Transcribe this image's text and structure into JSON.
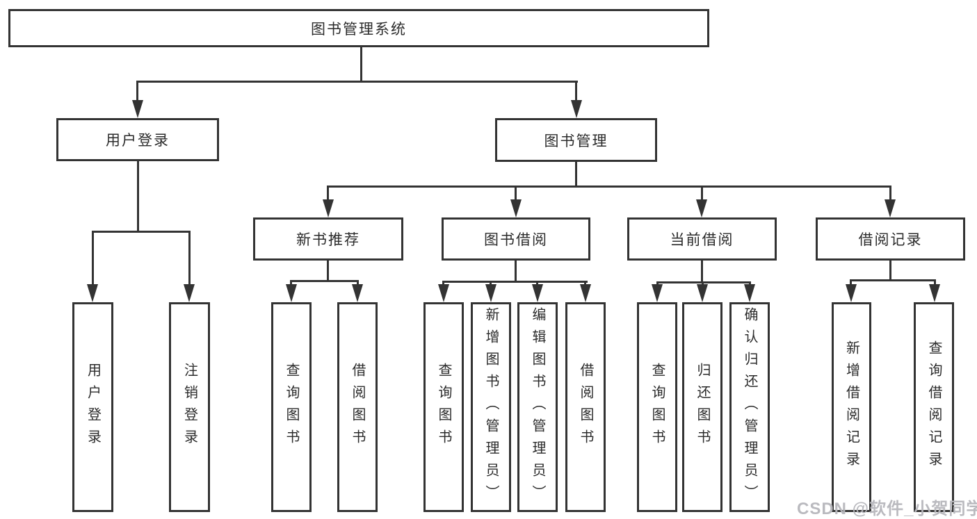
{
  "diagram": {
    "type": "tree",
    "root": {
      "label": "图书管理系统"
    },
    "children": [
      {
        "label": "用户登录",
        "children": [
          {
            "label": "用户登录"
          },
          {
            "label": "注销登录"
          }
        ]
      },
      {
        "label": "图书管理",
        "children": [
          {
            "label": "新书推荐",
            "children": [
              {
                "label": "查询图书"
              },
              {
                "label": "借阅图书"
              }
            ]
          },
          {
            "label": "图书借阅",
            "children": [
              {
                "label": "查询图书"
              },
              {
                "label": "新增图书（管理员）"
              },
              {
                "label": "编辑图书（管理员）"
              },
              {
                "label": "借阅图书"
              }
            ]
          },
          {
            "label": "当前借阅",
            "children": [
              {
                "label": "查询图书"
              },
              {
                "label": "归还图书"
              },
              {
                "label": "确认归还（管理员）"
              }
            ]
          },
          {
            "label": "借阅记录",
            "children": [
              {
                "label": "新增借阅记录"
              },
              {
                "label": "查询借阅记录"
              }
            ]
          }
        ]
      }
    ]
  },
  "watermark": {
    "text": "CSDN @软件_小贺同学"
  },
  "colors": {
    "line": "#333333",
    "box_border": "#333333",
    "text": "#2b2b2b",
    "watermark": "#b6b6bc",
    "background": "#ffffff"
  }
}
